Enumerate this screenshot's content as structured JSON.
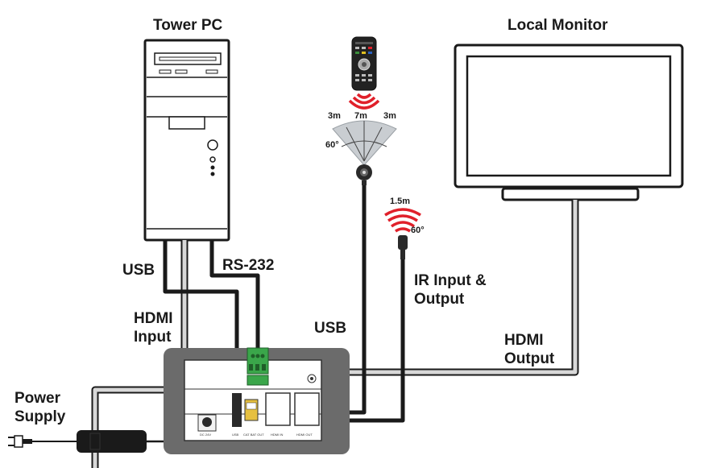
{
  "labels": {
    "tower_pc": "Tower PC",
    "local_monitor": "Local Monitor",
    "usb_left": "USB",
    "rs232": "RS-232",
    "hdmi_input_1": "HDMI",
    "hdmi_input_2": "Input",
    "usb_center": "USB",
    "ir_1": "IR  Input  &",
    "ir_2": "Output",
    "hdmi_output_1": "HDMI",
    "hdmi_output_2": "Output",
    "power_1": "Power",
    "power_2": "Supply"
  },
  "ir_range": {
    "left": "3m",
    "center": "7m",
    "right": "3m",
    "angle": "60°",
    "emitter_range": "1.5m",
    "emitter_angle": "60°"
  },
  "port_labels": {
    "dc": "DC 24V",
    "usb": "USB",
    "catout": "CAT BAT OUT",
    "hdmi_in": "HDMI IN",
    "hdmi_out": "HDMI OUT"
  },
  "colors": {
    "ir_red": "#e0202a",
    "panel_gray": "#6b6b6b",
    "cable_gray": "#c8c8c8",
    "cable_dark": "#2a2a2a",
    "terminal_green": "#3aa64a"
  }
}
